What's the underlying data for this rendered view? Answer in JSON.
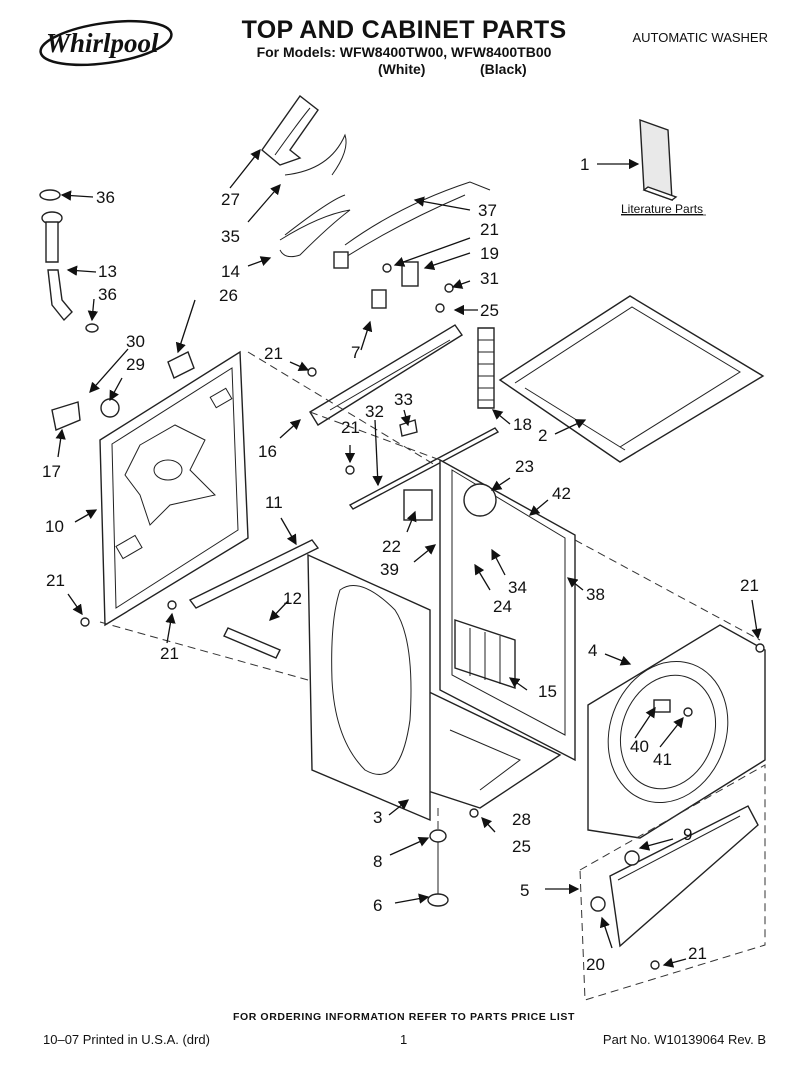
{
  "header": {
    "brand": "Whirlpool",
    "title": "TOP AND CABINET PARTS",
    "subtitle": "For Models: WFW8400TW00, WFW8400TB00",
    "color_white": "(White)",
    "color_black": "(Black)",
    "product_type": "AUTOMATIC WASHER"
  },
  "literature_label": "Literature Parts",
  "callouts": {
    "c1": "1",
    "c2": "2",
    "c3": "3",
    "c4": "4",
    "c5": "5",
    "c6": "6",
    "c7": "7",
    "c8": "8",
    "c9": "9",
    "c10": "10",
    "c11": "11",
    "c12": "12",
    "c13": "13",
    "c14": "14",
    "c15": "15",
    "c16": "16",
    "c17": "17",
    "c18": "18",
    "c19": "19",
    "c20": "20",
    "c21a": "21",
    "c21b": "21",
    "c21c": "21",
    "c21d": "21",
    "c21e": "21",
    "c21f": "21",
    "c21g": "21",
    "c22": "22",
    "c23": "23",
    "c24": "24",
    "c25a": "25",
    "c25b": "25",
    "c26": "26",
    "c27": "27",
    "c28": "28",
    "c29": "29",
    "c30": "30",
    "c31": "31",
    "c32": "32",
    "c33": "33",
    "c34": "34",
    "c35": "35",
    "c36a": "36",
    "c36b": "36",
    "c37": "37",
    "c38": "38",
    "c39": "39",
    "c40": "40",
    "c41": "41",
    "c42": "42"
  },
  "footer": {
    "note": "FOR ORDERING INFORMATION REFER TO PARTS PRICE LIST",
    "printed": "10–07 Printed in U.S.A. (drd)",
    "page": "1",
    "part_no": "Part No. W10139064 Rev. B"
  }
}
